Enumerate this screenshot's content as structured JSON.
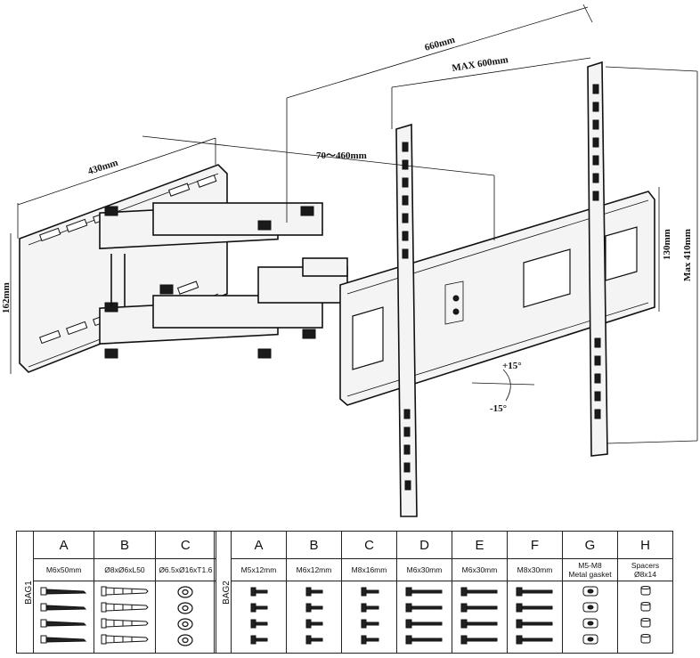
{
  "dimensions": {
    "d660": "660mm",
    "max600": "MAX 600mm",
    "d430": "430mm",
    "d70_460": "70～460mm",
    "d162": "162mm",
    "d130": "130mm",
    "max410": "Max 410mm",
    "tilt_up": "+15°",
    "tilt_down": "-15°"
  },
  "bag1": {
    "label": "BAG1",
    "parts": [
      {
        "letter": "A",
        "spec": "M6x50mm",
        "icon": "lag-bolt-icon",
        "count": 4
      },
      {
        "letter": "B",
        "spec": "Ø8xØ6xL50",
        "icon": "wall-anchor-icon",
        "count": 4
      },
      {
        "letter": "C",
        "spec": "Ø6.5xØ16xT1.6",
        "icon": "washer-icon",
        "count": 4
      }
    ]
  },
  "bag2": {
    "label": "BAG2",
    "parts": [
      {
        "letter": "A",
        "spec": "M5x12mm",
        "icon": "screw-icon",
        "count": 4
      },
      {
        "letter": "B",
        "spec": "M6x12mm",
        "icon": "screw-icon",
        "count": 4
      },
      {
        "letter": "C",
        "spec": "M8x16mm",
        "icon": "screw-icon",
        "count": 4
      },
      {
        "letter": "D",
        "spec": "M6x30mm",
        "icon": "long-screw-icon",
        "count": 4
      },
      {
        "letter": "E",
        "spec": "M6x30mm",
        "icon": "long-screw-icon",
        "count": 4
      },
      {
        "letter": "F",
        "spec": "M8x30mm",
        "icon": "long-screw-icon",
        "count": 4
      },
      {
        "letter": "G",
        "spec": "M5-M8",
        "spec2": "Metal gasket",
        "icon": "gasket-icon",
        "count": 4
      },
      {
        "letter": "H",
        "spec": "Spacers",
        "spec2": "Ø8x14",
        "icon": "spacer-icon",
        "count": 4
      }
    ]
  }
}
